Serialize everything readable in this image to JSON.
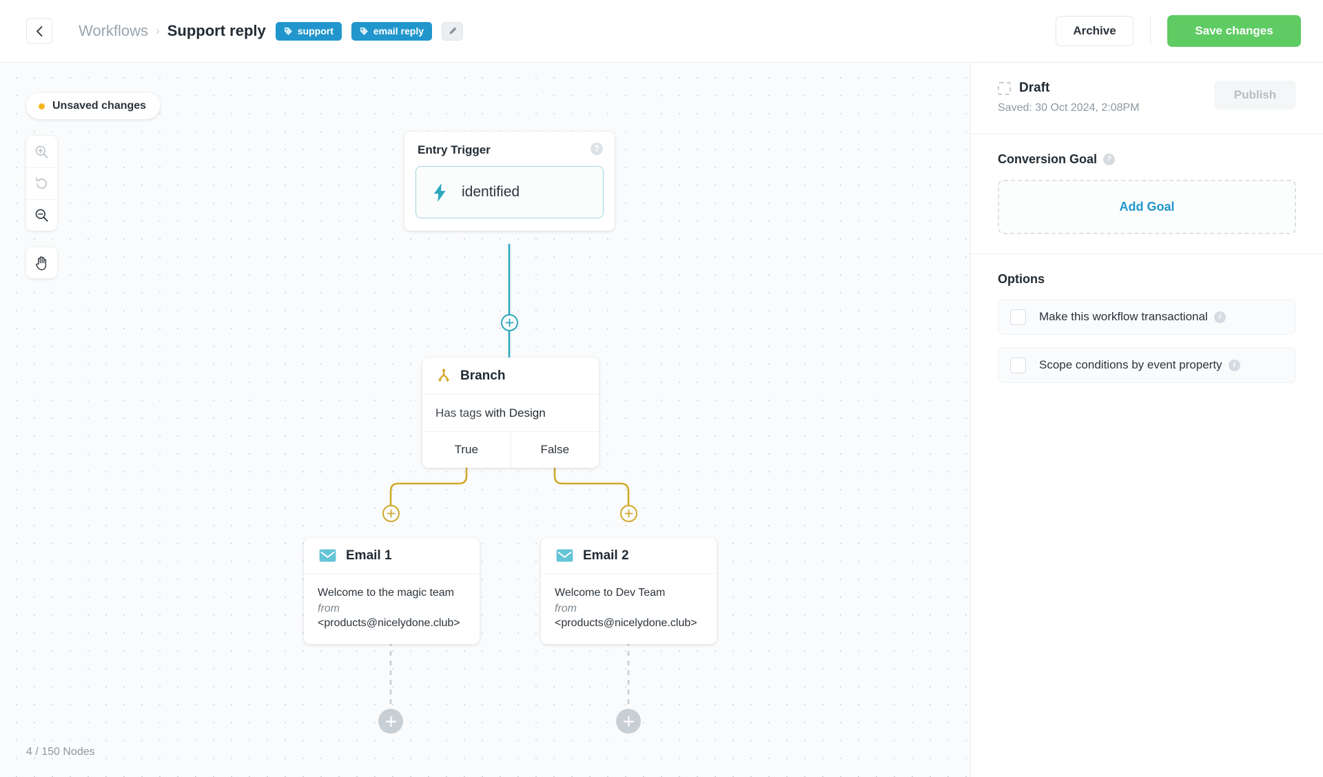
{
  "header": {
    "back_icon": "chevron-left-icon",
    "breadcrumb_root": "Workflows",
    "breadcrumb_sep": "›",
    "breadcrumb_current": "Support reply",
    "tags": [
      {
        "label": "support",
        "icon": "tag-icon"
      },
      {
        "label": "email reply",
        "icon": "tag-icon"
      }
    ],
    "edit_tags_icon": "pencil-icon",
    "archive_label": "Archive",
    "save_label": "Save changes",
    "accent_tag": "#2196cd",
    "accent_save": "#5ecb63"
  },
  "canvas": {
    "unsaved_label": "Unsaved changes",
    "unsaved_dot_color": "#f5b721",
    "tools": [
      {
        "name": "zoom-in-icon"
      },
      {
        "name": "reset-zoom-icon"
      },
      {
        "name": "zoom-out-icon"
      }
    ],
    "pan_tool_icon": "hand-icon",
    "node_count": "4 / 150 Nodes",
    "wire_teal": "#2ba8bd",
    "wire_gold": "#cfa92a",
    "wire_grey": "#c7ced4"
  },
  "nodes": {
    "entry": {
      "title": "Entry Trigger",
      "help_icon": "help-circle-icon",
      "trigger_icon": "lightning-bolt-icon",
      "trigger_label": "identified"
    },
    "branch": {
      "icon": "branch-fork-icon",
      "title": "Branch",
      "condition_prefix": "Has tags",
      "condition_suffix": "with Design",
      "outputs": [
        {
          "label": "True"
        },
        {
          "label": "False"
        }
      ]
    },
    "emails": [
      {
        "icon": "envelope-icon",
        "title": "Email 1",
        "subject": "Welcome to the magic team",
        "from_label": "from",
        "from_address": "<products@nicelydone.club>"
      },
      {
        "icon": "envelope-icon",
        "title": "Email 2",
        "subject": "Welcome to Dev Team",
        "from_label": "from",
        "from_address": "<products@nicelydone.club>"
      }
    ],
    "add_node_icon": "plus-icon"
  },
  "panel": {
    "status": {
      "icon": "dashed-square-icon",
      "label": "Draft",
      "saved_text": "Saved: 30 Oct 2024, 2:08PM",
      "publish_label": "Publish"
    },
    "conversion": {
      "title": "Conversion Goal",
      "help_icon": "help-circle-icon",
      "add_goal_label": "Add Goal",
      "add_goal_color": "#1f96cd"
    },
    "options": {
      "title": "Options",
      "items": [
        {
          "label": "Make this workflow transactional",
          "checked": false,
          "info_icon": "info-circle-icon"
        },
        {
          "label": "Scope conditions by event property",
          "checked": false,
          "info_icon": "info-circle-icon"
        }
      ]
    }
  }
}
